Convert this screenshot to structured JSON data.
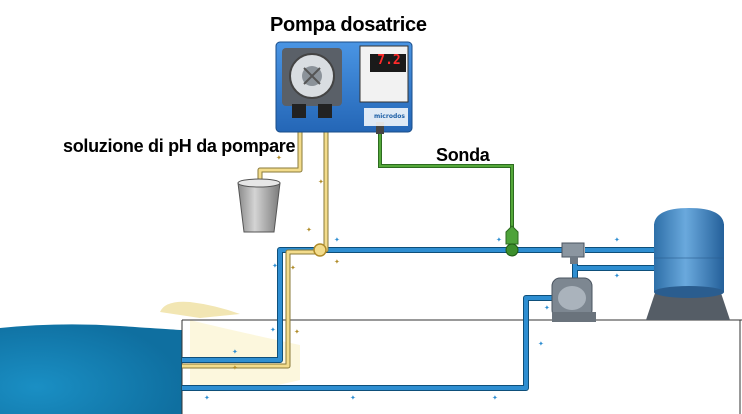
{
  "labels": {
    "pump_title": "Pompa dosatrice",
    "solution_label": "soluzione di pH da pompare",
    "probe_label": "Sonda"
  },
  "pump": {
    "display_value": "7.2",
    "brand": "microdos"
  },
  "colors": {
    "water_pipe": "#1f7fbf",
    "ph_line": "#f0d98a",
    "probe_cable": "#3a8a2a",
    "pump_body": "#2f7fd6",
    "pool_water": "#1a8fc4",
    "filter_tank": "#3f86c8"
  },
  "icons": [
    "peristaltic-pump-icon",
    "ph-container-icon",
    "filter-tank-icon",
    "circulation-pump-icon",
    "probe-icon"
  ]
}
